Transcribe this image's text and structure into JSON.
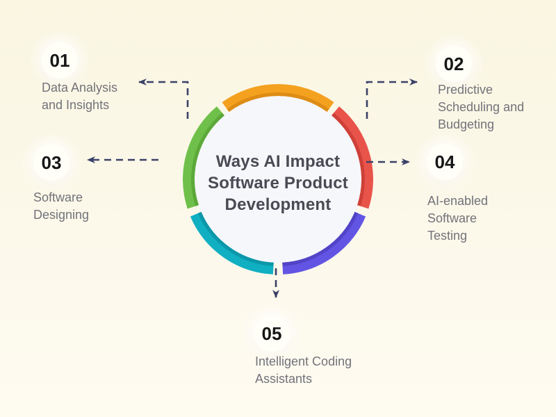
{
  "colors": {
    "background_top": "#FAF6E2",
    "background_bottom": "#FEFBF1",
    "center_circle": "#F6F7FA",
    "title_text": "#4A4A54",
    "number_text": "#161616",
    "label_text": "#72727A",
    "number_badge_fill": "#FFFEF7",
    "arrow": "#3A4268"
  },
  "center": {
    "title_lines": [
      "Ways AI Impact",
      "Software Product",
      "Development"
    ]
  },
  "ring": {
    "segments": [
      {
        "position": "top",
        "color": "#F4A11F",
        "shade": "#DD8C15"
      },
      {
        "position": "upper-right",
        "color": "#E9544A",
        "shade": "#CE4038"
      },
      {
        "position": "lower-right",
        "color": "#6355E4",
        "shade": "#5243C8"
      },
      {
        "position": "bottom-left",
        "color": "#10AFC2",
        "shade": "#0B97A9"
      },
      {
        "position": "upper-left",
        "color": "#6FC04A",
        "shade": "#5CA93A"
      }
    ]
  },
  "arrows": {
    "color": "#3A4268"
  },
  "items": [
    {
      "number": "01",
      "lines": [
        "Data Analysis",
        "and Insights"
      ]
    },
    {
      "number": "02",
      "lines": [
        "Predictive",
        "Scheduling and",
        "Budgeting"
      ]
    },
    {
      "number": "03",
      "lines": [
        "Software",
        "Designing"
      ]
    },
    {
      "number": "04",
      "lines": [
        "AI-enabled",
        "Software",
        "Testing"
      ]
    },
    {
      "number": "05",
      "lines": [
        "Intelligent Coding",
        "Assistants"
      ]
    }
  ]
}
